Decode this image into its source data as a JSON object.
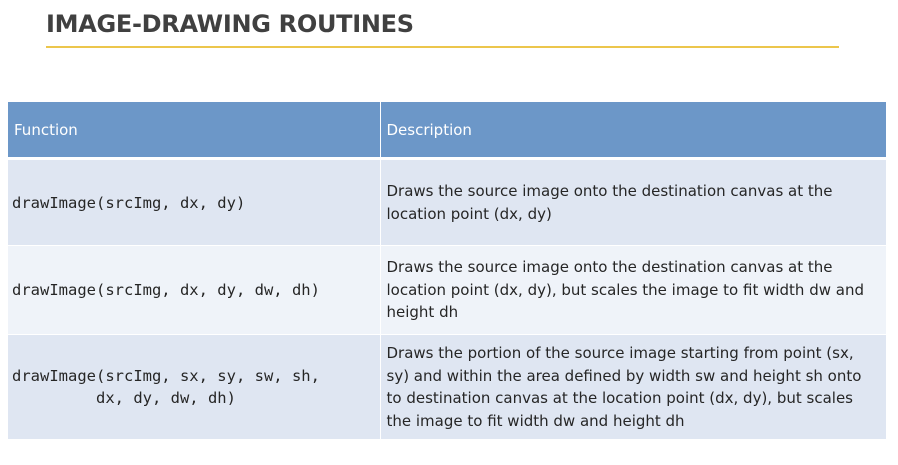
{
  "slide": {
    "title": "IMAGE-DRAWING ROUTINES"
  },
  "table": {
    "headers": {
      "function": "Function",
      "description": "Description"
    },
    "rows": [
      {
        "function": "drawImage(srcImg, dx, dy)",
        "description": "Draws the source image onto the destination canvas at the location point (dx, dy)"
      },
      {
        "function": "drawImage(srcImg, dx, dy, dw, dh)",
        "description": "Draws the source image onto the destination canvas at the location point (dx, dy), but scales the image to fit width dw and height dh"
      },
      {
        "function": "drawImage(srcImg, sx, sy, sw, sh,\n         dx, dy, dw, dh)",
        "description": "Draws the portion of the source image starting from point (sx, sy) and within the area defined by width sw and height sh onto to destination canvas at the location point (dx, dy), but scales the image to fit width dw and height dh"
      }
    ]
  },
  "colors": {
    "title_underline": "#ecc64c",
    "header_background": "#6c97c8",
    "row_background_dark": "#dfe6f2",
    "row_background_light": "#eff3f9"
  }
}
